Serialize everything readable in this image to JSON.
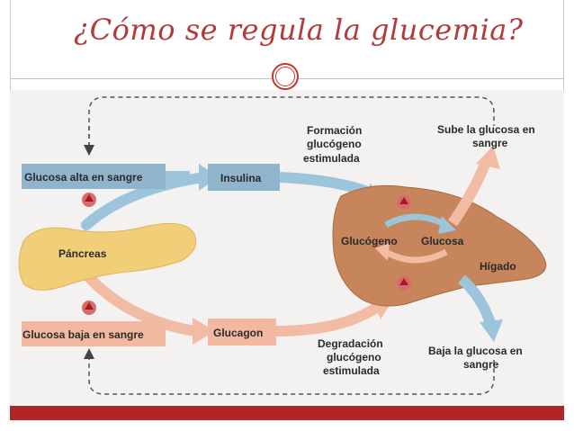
{
  "title": "¿Cómo se regula la glucemia?",
  "diagram": {
    "glucosa_alta": "Glucosa alta en sangre",
    "glucosa_baja": "Glucosa baja en sangre",
    "pancreas": "Páncreas",
    "insulina": "Insulina",
    "glucagon": "Glucagon",
    "formacion_1": "Formación",
    "formacion_2": "glucógeno",
    "formacion_3": "estimulada",
    "degradacion_1": "Degradación",
    "degradacion_2": "glucógeno",
    "degradacion_3": "estimulada",
    "glucogeno": "Glucógeno",
    "glucosa": "Glucosa",
    "higado": "Hígado",
    "sube_1": "Sube la glucosa en",
    "sube_2": "sangre",
    "baja_1": "Baja la glucosa en",
    "baja_2": "sangre"
  },
  "colors": {
    "title": "#b23a3a",
    "accent_bar": "#b32424",
    "box_blue": "#8fb4cc",
    "box_salmon": "#f3b9a0",
    "liver": "#c6855a",
    "pancreas": "#f1cf78",
    "arrow_blue": "#9cc5dc",
    "arrow_salmon": "#f2bba4"
  }
}
